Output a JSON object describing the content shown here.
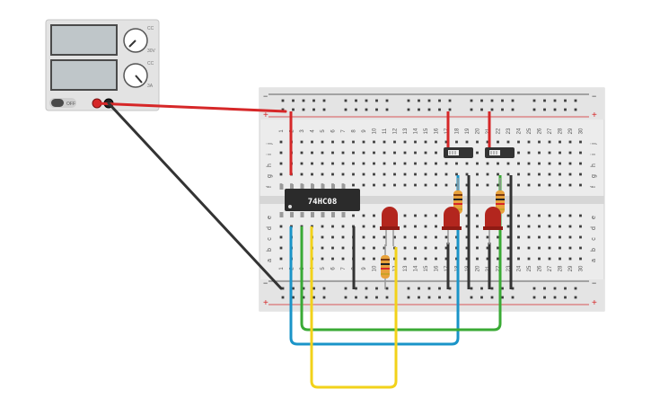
{
  "power_supply": {
    "knob1_labels": [
      "CC",
      "30V"
    ],
    "knob2_labels": [
      "CC",
      "3A"
    ],
    "off_label": "OFF"
  },
  "breadboard": {
    "column_numbers": [
      "1",
      "2",
      "3",
      "4",
      "5",
      "6",
      "7",
      "8",
      "9",
      "10",
      "11",
      "12",
      "13",
      "14",
      "15",
      "16",
      "17",
      "18",
      "19",
      "20",
      "21",
      "22",
      "23",
      "24",
      "25",
      "26",
      "27",
      "28",
      "29",
      "30"
    ],
    "upper_row_letters": [
      "j",
      "i",
      "h",
      "g",
      "f"
    ],
    "lower_row_letters": [
      "e",
      "d",
      "c",
      "b",
      "a"
    ],
    "rail_plus": "+",
    "rail_minus": "−"
  },
  "chip": {
    "label": "74HC08"
  },
  "colors": {
    "red_wire": "#d62728",
    "black_wire": "#333333",
    "blue_wire": "#1a94c8",
    "green_wire": "#3aaa35",
    "yellow_wire": "#f2d21a",
    "led": "#b3261e",
    "resistor": "#e8a23c"
  }
}
